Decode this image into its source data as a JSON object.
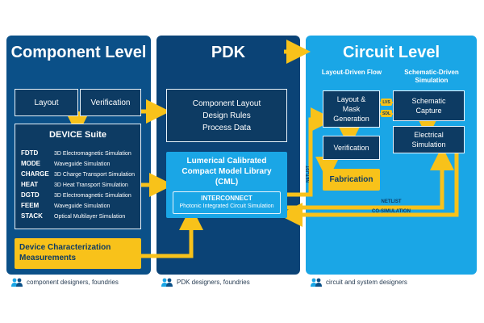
{
  "panels": {
    "component": {
      "title": "Component Level",
      "layout_label": "Layout",
      "verification_label": "Verification",
      "suite_title": "DEVICE Suite",
      "tools": [
        {
          "name": "FDTD",
          "desc": "3D Electromagnetic Simulation"
        },
        {
          "name": "MODE",
          "desc": "Waveguide Simulation"
        },
        {
          "name": "CHARGE",
          "desc": "3D Charge Transport Simulation"
        },
        {
          "name": "HEAT",
          "desc": "3D Heat Transport Simulation"
        },
        {
          "name": "DGTD",
          "desc": "3D Electromagnetic Simulation"
        },
        {
          "name": "FEEM",
          "desc": "Waveguide Simulation"
        },
        {
          "name": "STACK",
          "desc": "Optical Multilayer Simulation"
        }
      ],
      "characterization": "Device Characterization Measurements"
    },
    "pdk": {
      "title": "PDK",
      "items": [
        "Component Layout",
        "Design Rules",
        "Process Data"
      ],
      "cml_title": "Lumerical Calibrated Compact Model Library (CML)",
      "interconnect_title": "INTERCONNECT",
      "interconnect_sub": "Photonic Integrated Circuit Simulation"
    },
    "circuit": {
      "title": "Circuit Level",
      "layout_flow_title": "Layout-Driven Flow",
      "schematic_flow_title": "Schematic-Driven Simulation",
      "layout_mask": "Layout & Mask Generation",
      "schematic_capture": "Schematic Capture",
      "verification": "Verification",
      "electrical_sim": "Electrical Simulation",
      "fabrication": "Fabrication",
      "lvs": "LVS",
      "sdl": "SDL"
    }
  },
  "flow_labels": {
    "netlist_vertical": "NETLIST",
    "netlist": "NETLIST",
    "cosim": "CO-SIMULATION"
  },
  "footers": {
    "component": "component designers, foundries",
    "pdk": "PDK designers, foundries",
    "circuit": "circuit and system designers"
  },
  "colors": {
    "component_panel": "#0b5088",
    "pdk_panel": "#0b4376",
    "circuit_panel": "#1aa6e6",
    "box_dark": "#0d3b63",
    "accent_yellow": "#f8c21a",
    "cml_blue": "#1aa6e6"
  }
}
